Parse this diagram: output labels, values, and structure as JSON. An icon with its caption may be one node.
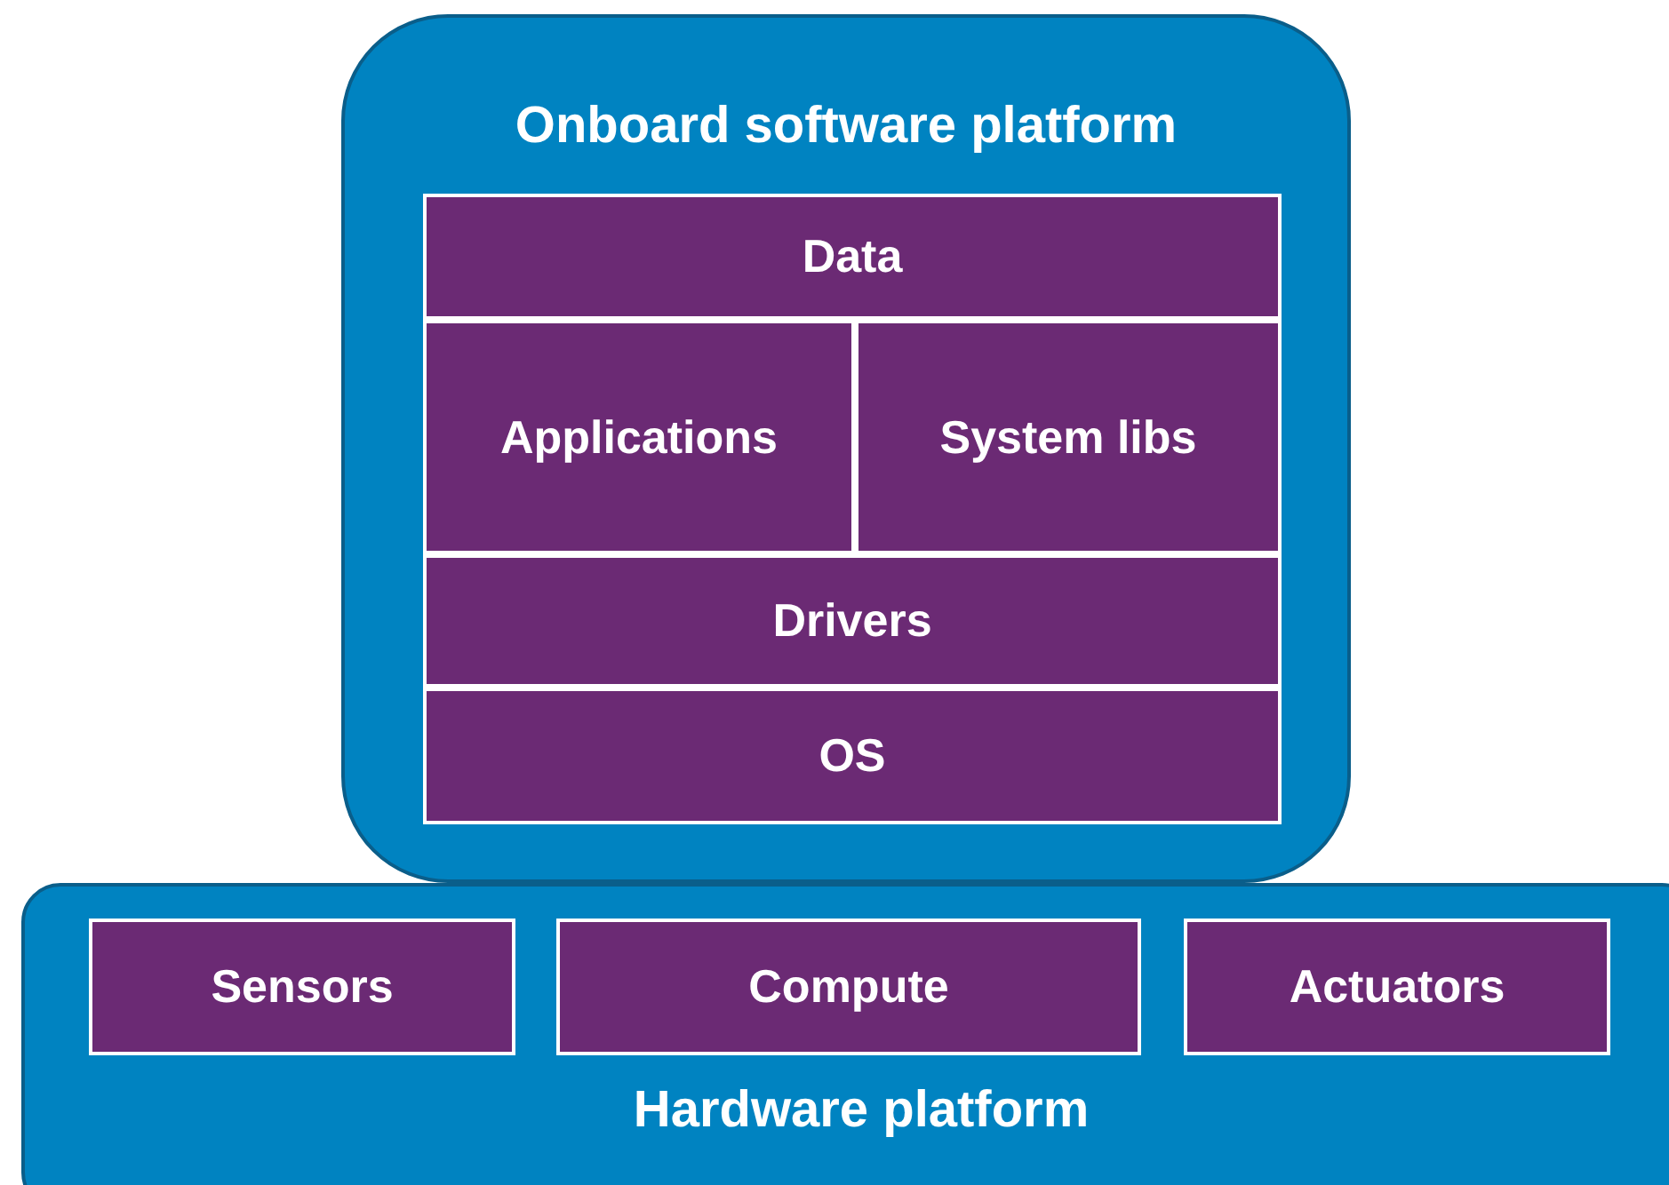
{
  "diagram": {
    "nodes": [
      {
        "text": [
          "Onboard software platform"
        ]
      },
      {
        "text": [
          "Data"
        ],
        "in": 0
      },
      {
        "text": [
          "Applications"
        ],
        "in": 0
      },
      {
        "text": [
          "System libs"
        ],
        "in": 0
      },
      {
        "text": [
          "Drivers"
        ],
        "in": 0
      },
      {
        "text": [
          "OS"
        ],
        "in": 0
      },
      {
        "text": [
          "Hardware platform"
        ]
      },
      {
        "text": [
          "Sensors"
        ],
        "in": 6
      },
      {
        "text": [
          "Compute"
        ],
        "in": 6
      },
      {
        "text": [
          "Actuators"
        ],
        "in": 6
      }
    ]
  }
}
